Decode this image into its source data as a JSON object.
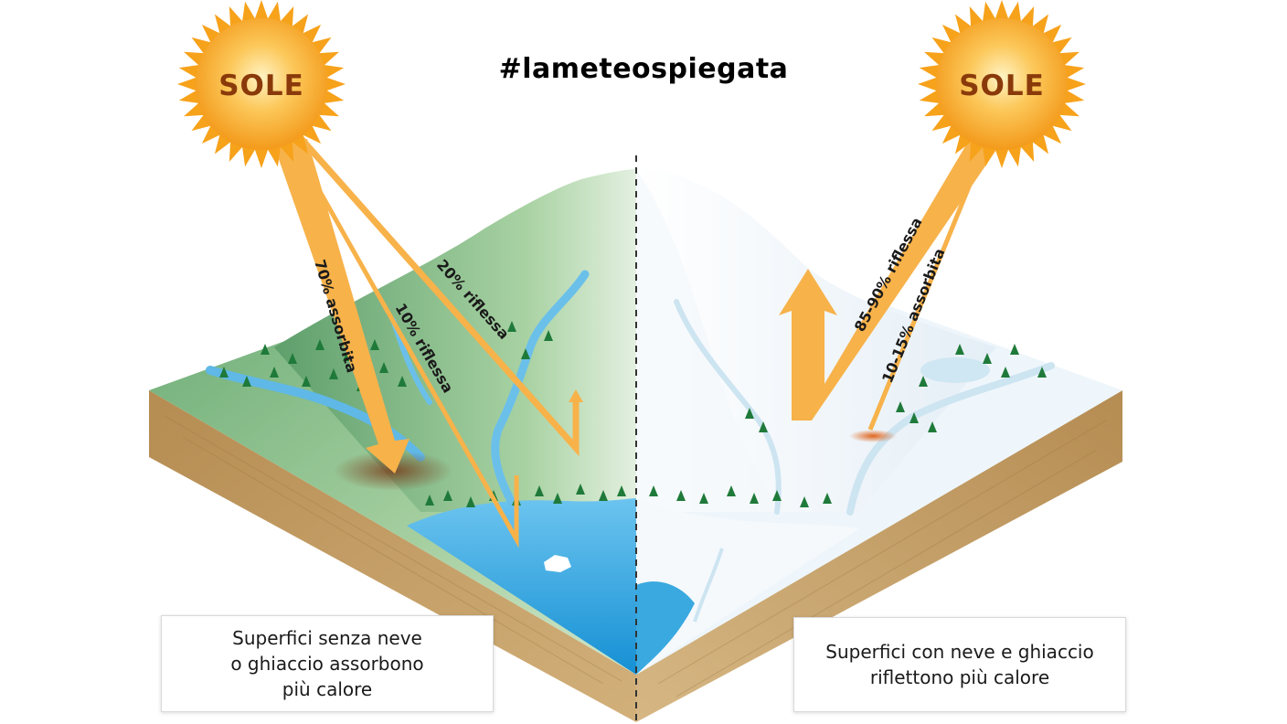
{
  "header": {
    "hashtag": "#lameteospiegata"
  },
  "suns": {
    "left_label": "SOLE",
    "right_label": "SOLE"
  },
  "left_side": {
    "beams": {
      "absorbed": "70% assorbita",
      "reflected_10": "10% riflessa",
      "reflected_20": "20% riflessa"
    },
    "caption": {
      "line1": "Superfici senza neve",
      "line2": "o ghiaccio assorbono",
      "line3": "più calore"
    }
  },
  "right_side": {
    "beams": {
      "reflected": "85-90% riflessa",
      "absorbed": "10-15% assorbita"
    },
    "caption": {
      "line1": "Superfici con neve e ghiaccio",
      "line2": "riflettono più calore"
    }
  },
  "colors": {
    "beam": "#f7b24a",
    "sun_core": "#f9a41d",
    "grass": "#8fc28f",
    "snow": "#eef6fb",
    "water": "#2fa6de",
    "soil": "#c9a56c",
    "tree": "#1f7a3a"
  }
}
